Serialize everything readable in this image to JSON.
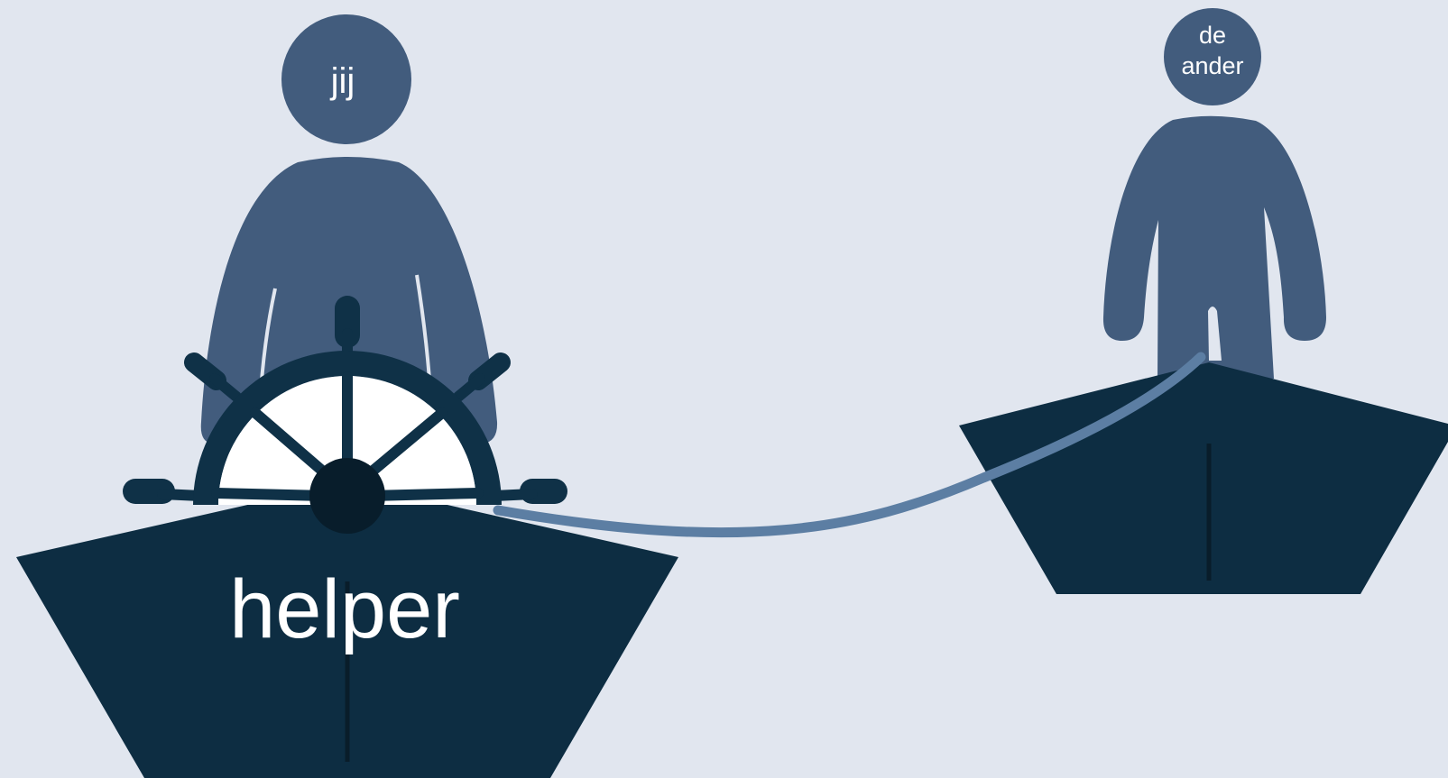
{
  "labels": {
    "you": "jij",
    "other_line1": "de",
    "other_line2": "ander",
    "helper": "helper"
  },
  "colors": {
    "background": "#e1e6ef",
    "person": "#425c7d",
    "boat": "#0d2d42",
    "boat_line": "#091d2a",
    "wheel_rim": "#0f3147",
    "wheel_fill": "#ffffff",
    "wheel_hub": "#081d2b",
    "rope": "#5c7ea3",
    "text": "#ffffff"
  },
  "icons": {
    "left_figure": "person-icon",
    "right_figure": "person-icon",
    "wheel": "ship-wheel-icon",
    "rope": "rope-icon"
  }
}
